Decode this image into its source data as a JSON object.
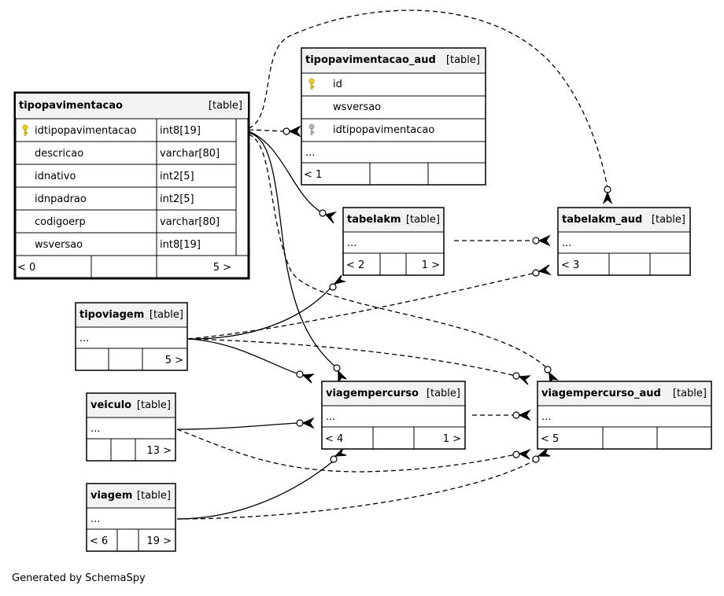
{
  "footer": "Generated by SchemaSpy",
  "main_table": {
    "name": "tipopavimentacao",
    "tag": "[table]",
    "columns": [
      {
        "name": "idtipopavimentacao",
        "type": "int8[19]",
        "key": "pk"
      },
      {
        "name": "descricao",
        "type": "varchar[80]",
        "key": ""
      },
      {
        "name": "idnativo",
        "type": "int2[5]",
        "key": ""
      },
      {
        "name": "idnpadrao",
        "type": "int2[5]",
        "key": ""
      },
      {
        "name": "codigoerp",
        "type": "varchar[80]",
        "key": ""
      },
      {
        "name": "wsversao",
        "type": "int8[19]",
        "key": ""
      }
    ],
    "footer": {
      "parents": "< 0",
      "children": "5 >"
    }
  },
  "aud_table": {
    "name": "tipopavimentacao_aud",
    "tag": "[table]",
    "columns": [
      {
        "name": "id",
        "key": "pk"
      },
      {
        "name": "wsversao",
        "key": ""
      },
      {
        "name": "idtipopavimentacao",
        "key": "fk"
      }
    ],
    "ellipsis": "...",
    "footer": {
      "parents": "< 1",
      "children": ""
    }
  },
  "tables": [
    {
      "id": "tabelakm",
      "name": "tabelakm",
      "tag": "[table]",
      "ellipsis": "...",
      "parents": "< 2",
      "children": "1 >"
    },
    {
      "id": "tabelakm_aud",
      "name": "tabelakm_aud",
      "tag": "[table]",
      "ellipsis": "...",
      "parents": "< 3",
      "children": ""
    },
    {
      "id": "tipoviagem",
      "name": "tipoviagem",
      "tag": "[table]",
      "ellipsis": "...",
      "parents": "",
      "children": "5 >"
    },
    {
      "id": "viagempercurso",
      "name": "viagempercurso",
      "tag": "[table]",
      "ellipsis": "...",
      "parents": "< 4",
      "children": "1 >"
    },
    {
      "id": "viagempercurso_aud",
      "name": "viagempercurso_aud",
      "tag": "[table]",
      "ellipsis": "...",
      "parents": "< 5",
      "children": ""
    },
    {
      "id": "veiculo",
      "name": "veiculo",
      "tag": "[table]",
      "ellipsis": "...",
      "parents": "",
      "children": "13 >"
    },
    {
      "id": "viagem",
      "name": "viagem",
      "tag": "[table]",
      "ellipsis": "...",
      "parents": "< 6",
      "children": "19 >"
    }
  ],
  "relationships": [
    {
      "from": "tipopavimentacao",
      "to": "tipopavimentacao_aud",
      "style": "dashed"
    },
    {
      "from": "tipopavimentacao",
      "to": "tabelakm",
      "style": "solid"
    },
    {
      "from": "tipopavimentacao",
      "to": "tabelakm_aud",
      "style": "dashed"
    },
    {
      "from": "tipopavimentacao",
      "to": "viagempercurso",
      "style": "solid"
    },
    {
      "from": "tipopavimentacao",
      "to": "viagempercurso_aud",
      "style": "dashed"
    },
    {
      "from": "tabelakm",
      "to": "tabelakm_aud",
      "style": "dashed"
    },
    {
      "from": "tipoviagem",
      "to": "tabelakm",
      "style": "solid"
    },
    {
      "from": "tipoviagem",
      "to": "tabelakm_aud",
      "style": "dashed"
    },
    {
      "from": "tipoviagem",
      "to": "viagempercurso",
      "style": "solid"
    },
    {
      "from": "tipoviagem",
      "to": "viagempercurso_aud",
      "style": "dashed"
    },
    {
      "from": "veiculo",
      "to": "viagempercurso",
      "style": "solid"
    },
    {
      "from": "veiculo",
      "to": "viagempercurso_aud",
      "style": "dashed"
    },
    {
      "from": "viagem",
      "to": "viagempercurso",
      "style": "solid"
    },
    {
      "from": "viagem",
      "to": "viagempercurso_aud",
      "style": "dashed"
    },
    {
      "from": "viagempercurso",
      "to": "viagempercurso_aud",
      "style": "dashed"
    }
  ]
}
